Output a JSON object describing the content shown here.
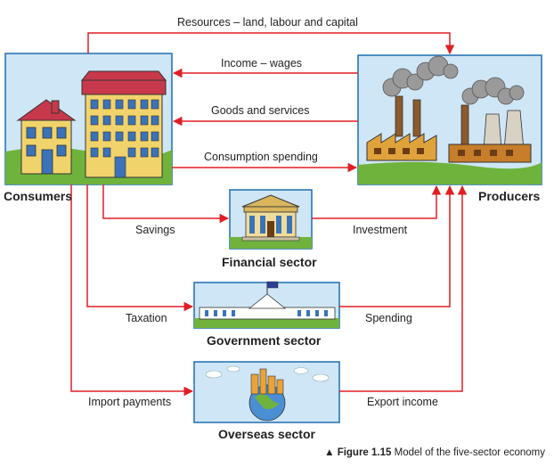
{
  "nodes": {
    "consumers": "Consumers",
    "producers": "Producers",
    "financial": "Financial sector",
    "government": "Government sector",
    "overseas": "Overseas sector"
  },
  "flows": {
    "resources": "Resources – land, labour and capital",
    "income": "Income – wages",
    "goods": "Goods and services",
    "consumption": "Consumption spending",
    "savings": "Savings",
    "investment": "Investment",
    "taxation": "Taxation",
    "spending": "Spending",
    "import_payments": "Import payments",
    "export_income": "Export income"
  },
  "caption": {
    "marker": "▲",
    "figure": "Figure 1.15",
    "text": "Model of the five-sector economy"
  },
  "colors": {
    "arrow": "#e01e24",
    "frame": "#1f6fb0",
    "sky": "#cfe6f6",
    "grass": "#6fb33c"
  }
}
